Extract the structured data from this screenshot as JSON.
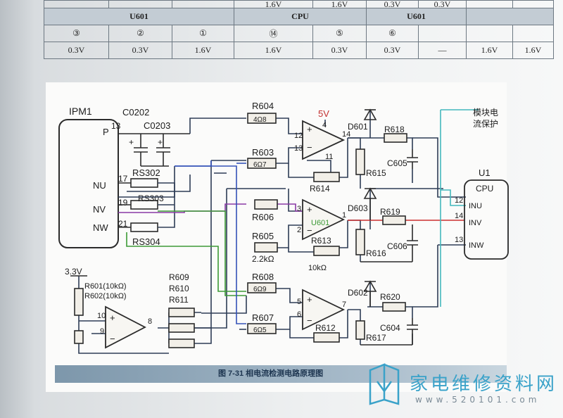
{
  "table": {
    "row0": [
      "",
      "",
      "",
      "1.6V",
      "1.6V",
      "0.3V",
      "0.3V",
      "",
      ""
    ],
    "header_u601": "U601",
    "header_cpu": "CPU",
    "header_u601_right": "U601",
    "header_end": "",
    "pins": [
      "③",
      "②",
      "①",
      "⑭",
      "⑤",
      "⑥",
      "",
      "",
      ""
    ],
    "values": [
      "0.3V",
      "0.3V",
      "1.6V",
      "1.6V",
      "0.3V",
      "0.3V",
      "—",
      "1.6V",
      "1.6V"
    ]
  },
  "schematic": {
    "labels": {
      "ipm1": "IPM1",
      "c0202": "C0202",
      "c0203": "C0203",
      "p": "P",
      "pin13": "13",
      "rs302": "RS302",
      "rs303": "RS303",
      "rs304": "RS304",
      "nu": "NU",
      "nv": "NV",
      "nw": "NW",
      "pin17": "17",
      "pin19": "19",
      "pin21": "21",
      "r604": "R604",
      "r604_code": "4Ω8",
      "r603": "R603",
      "r603_code": "6Ω7",
      "r606": "R606",
      "r605": "R605",
      "r605_val": "2.2kΩ",
      "r608": "R608",
      "r608_code": "6Ω9",
      "r607": "R607",
      "r607_code": "6Ω5",
      "v5": "5V",
      "op1_pin4": "4",
      "op1_pin12": "12",
      "op1_pin13": "13",
      "op1_pin11": "11",
      "op1_pin14": "14",
      "op2_pin3": "3",
      "op2_pin2": "2",
      "op2_pin1": "1",
      "u601": "U601",
      "op3_pin5": "5",
      "op3_pin6": "6",
      "op3_pin7": "7",
      "d601": "D601",
      "d603": "D603",
      "d602": "D602",
      "r614": "R614",
      "r613": "R613",
      "r613_val": "10kΩ",
      "r612": "R612",
      "r615": "R615",
      "r616": "R616",
      "r617": "R617",
      "r618": "R618",
      "r619": "R619",
      "r620": "R620",
      "c605": "C605",
      "c606": "C606",
      "c604": "C604",
      "protect_1": "模块电",
      "protect_2": "流保护",
      "u1": "U1",
      "cpu": "CPU",
      "pin12": "12",
      "pin14": "14",
      "pin13cpu": "13",
      "inu": "INU",
      "inv": "INV",
      "inw": "INW",
      "v33": "3.3V",
      "r601": "R601(10kΩ)",
      "r602": "R602(10kΩ)",
      "ref_pin10": "10",
      "ref_pin9": "9",
      "ref_pin8": "8",
      "r609": "R609",
      "r610": "R610",
      "r611": "R611"
    },
    "caption": "图 7-31   相电流检测电路原理图"
  },
  "watermark": {
    "text": "家电维修资料网",
    "url": "www.520101.com"
  },
  "colors": {
    "wire_main": "#2e3c56",
    "wire_blue": "#3452b8",
    "wire_purple": "#8a3aa6",
    "wire_green": "#3c9a36",
    "wire_red": "#cc3030",
    "wire_cyan": "#43b8bd",
    "caption_bar": "#8aa3b6",
    "watermark": "#3aa2c9"
  }
}
